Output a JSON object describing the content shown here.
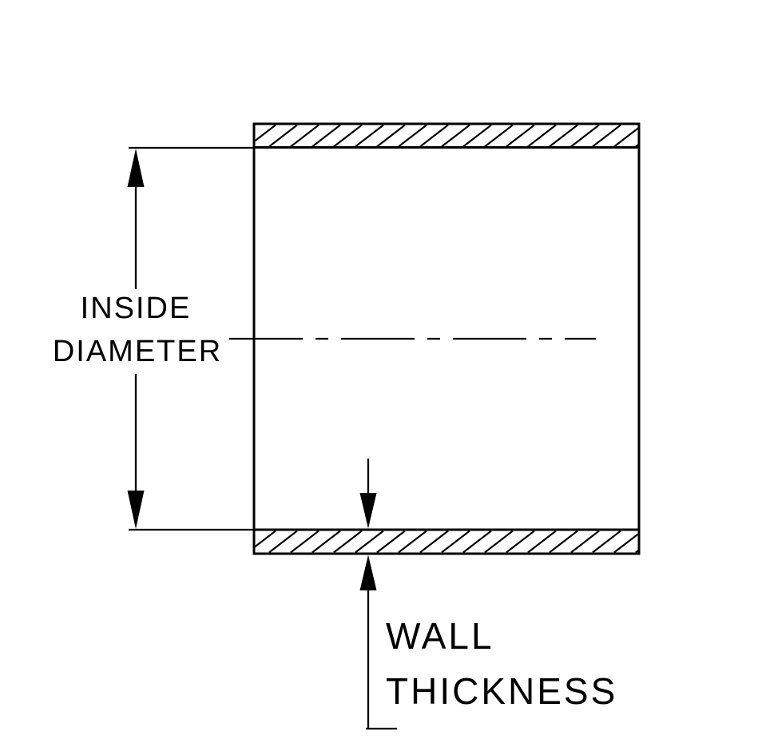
{
  "labels": {
    "inside_diameter": [
      "INSIDE",
      "DIAMETER"
    ],
    "wall_thickness": [
      "WALL",
      "THICKNESS"
    ]
  },
  "colors": {
    "line": "#000000",
    "background": "#ffffff"
  }
}
